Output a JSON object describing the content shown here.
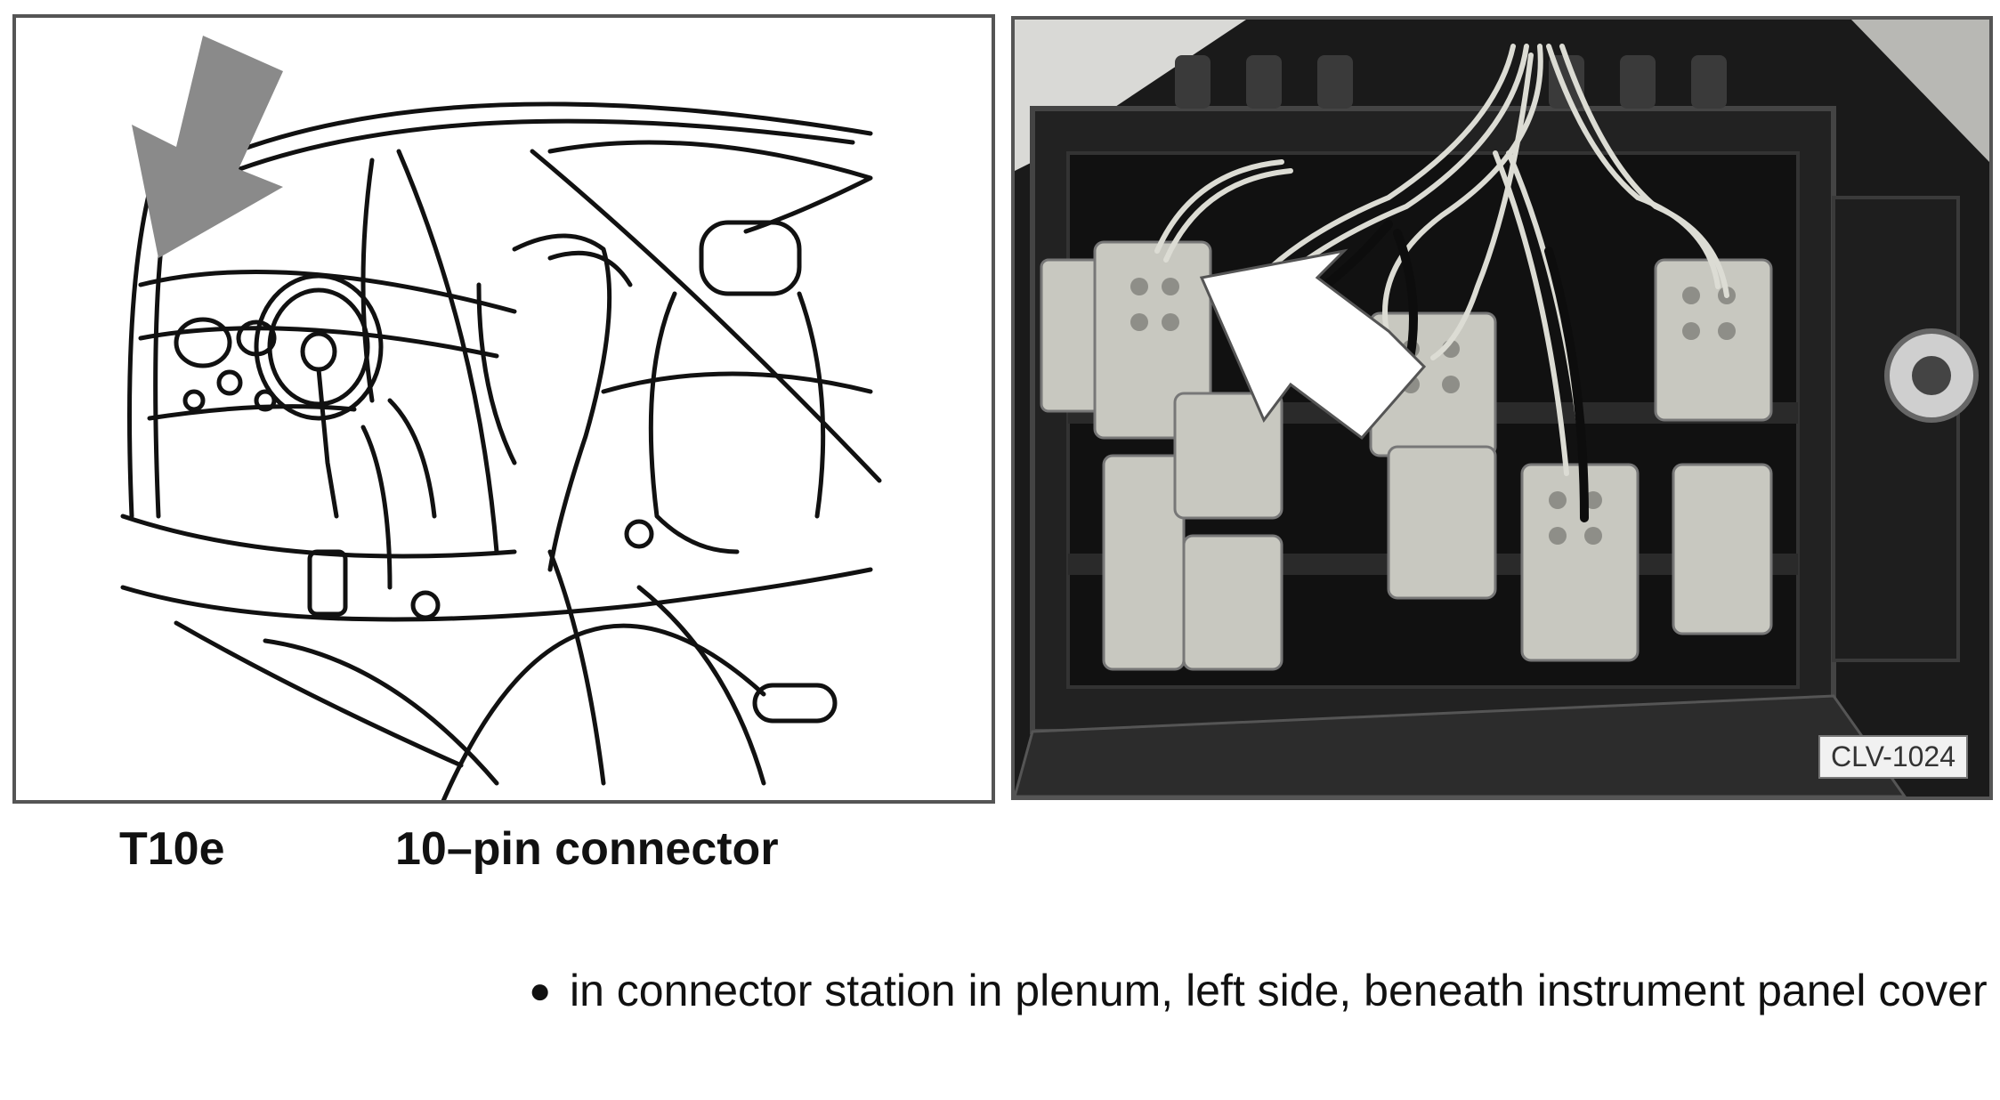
{
  "figure": {
    "code": "CLV-1024",
    "caption": {
      "id": "T10e",
      "description": "10–pin connector"
    },
    "note": "in connector station in plenum, left side, beneath instrument panel cover"
  },
  "colors": {
    "arrow_grey": "#8a8a8a",
    "line": "#111111",
    "connector": "#c8c8c0",
    "photo_bg": "#1a1a1a"
  }
}
